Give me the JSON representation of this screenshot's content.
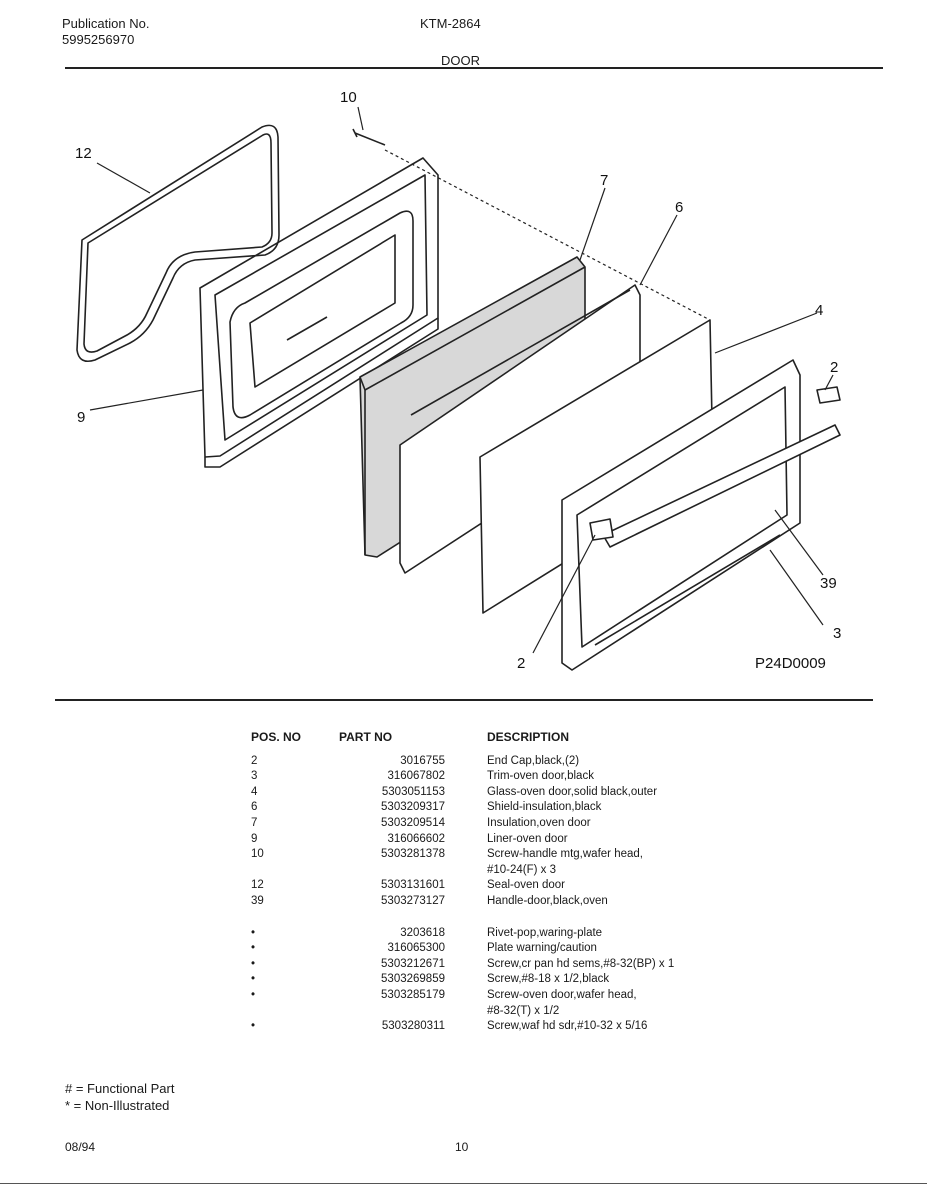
{
  "header": {
    "publication_label": "Publication No.",
    "publication_number": "5995256970",
    "model": "KTM-2864",
    "section": "DOOR"
  },
  "diagram": {
    "callouts": [
      "10",
      "12",
      "7",
      "6",
      "4",
      "2",
      "9",
      "39",
      "3",
      "2"
    ],
    "figure_code": "P24D0009"
  },
  "parts_table": {
    "headers": {
      "pos": "POS. NO",
      "part": "PART NO",
      "desc": "DESCRIPTION"
    },
    "rows": [
      {
        "pos": "2",
        "part": "3016755",
        "desc": "End Cap,black,(2)"
      },
      {
        "pos": "3",
        "part": "316067802",
        "desc": "Trim-oven door,black"
      },
      {
        "pos": "4",
        "part": "5303051153",
        "desc": "Glass-oven door,solid black,outer"
      },
      {
        "pos": "6",
        "part": "5303209317",
        "desc": "Shield-insulation,black"
      },
      {
        "pos": "7",
        "part": "5303209514",
        "desc": "Insulation,oven door"
      },
      {
        "pos": "9",
        "part": "316066602",
        "desc": "Liner-oven door"
      },
      {
        "pos": "10",
        "part": "5303281378",
        "desc": "Screw-handle mtg,wafer head,",
        "desc2": "#10-24(F) x 3"
      },
      {
        "pos": "12",
        "part": "5303131601",
        "desc": "Seal-oven door"
      },
      {
        "pos": "39",
        "part": "5303273127",
        "desc": "Handle-door,black,oven"
      }
    ],
    "nonillustrated_rows": [
      {
        "pos": "•",
        "part": "3203618",
        "desc": "Rivet-pop,waring-plate"
      },
      {
        "pos": "•",
        "part": "316065300",
        "desc": "Plate warning/caution"
      },
      {
        "pos": "•",
        "part": "5303212671",
        "desc": "Screw,cr pan hd sems,#8-32(BP) x 1"
      },
      {
        "pos": "•",
        "part": "5303269859",
        "desc": "Screw,#8-18 x 1/2,black"
      },
      {
        "pos": "•",
        "part": "5303285179",
        "desc": "Screw-oven door,wafer head,",
        "desc2": "#8-32(T) x 1/2"
      },
      {
        "pos": "•",
        "part": "5303280311",
        "desc": "Screw,waf hd sdr,#10-32 x 5/16"
      }
    ]
  },
  "legend": {
    "functional": "# = Functional Part",
    "nonillustrated": "* = Non-Illustrated"
  },
  "footer": {
    "date": "08/94",
    "page": "10"
  }
}
